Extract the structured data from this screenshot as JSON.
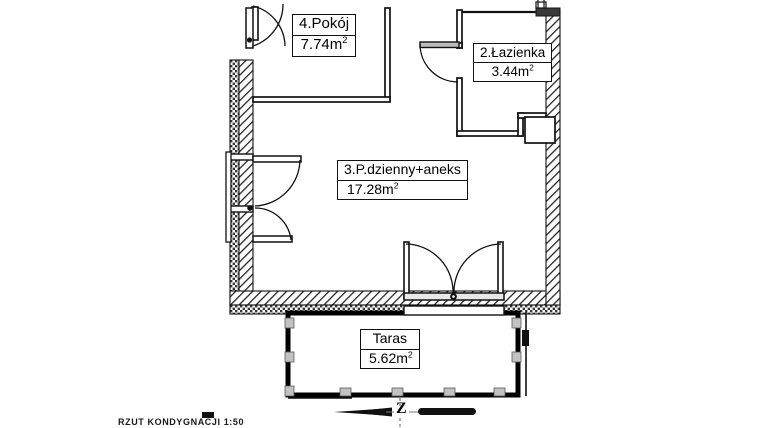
{
  "document": {
    "type": "architectural-floor-plan",
    "language": "pl",
    "caption": "RZUT KONDYGNACJI 1:50"
  },
  "rooms": [
    {
      "id": "pokoj",
      "number": "4",
      "name": "4.Pokój",
      "area": "7.74m",
      "area_unit": "2"
    },
    {
      "id": "lazienka",
      "number": "2",
      "name": "2.Łazienka",
      "area": "3.44m",
      "area_unit": "2"
    },
    {
      "id": "dzienny",
      "number": "3",
      "name": "3.P.dzienny+aneks",
      "area": "17.28m",
      "area_unit": "2"
    },
    {
      "id": "taras",
      "number": "",
      "name": "Taras",
      "area": "5.62m",
      "area_unit": "2"
    }
  ],
  "compass": {
    "label": "Z",
    "meaning": "zachod-west",
    "orientation": "horizontal-arrow-left"
  },
  "colors": {
    "line": "#111111",
    "wall_hatch": "#2b2b2b",
    "wall_fill": "#ffffff",
    "paper": "#ffffff",
    "terrace_outline": "#000000",
    "post_marker": "#b8b8b8"
  },
  "elements": {
    "door_top_left": "door-swing",
    "door_mid_left_upper": "door-swing",
    "door_mid_left_lower": "door-swing",
    "door_bathroom": "door-swing",
    "door_terrace": "double-door-swing",
    "bathroom_fixture": "fixture-rectangle"
  }
}
